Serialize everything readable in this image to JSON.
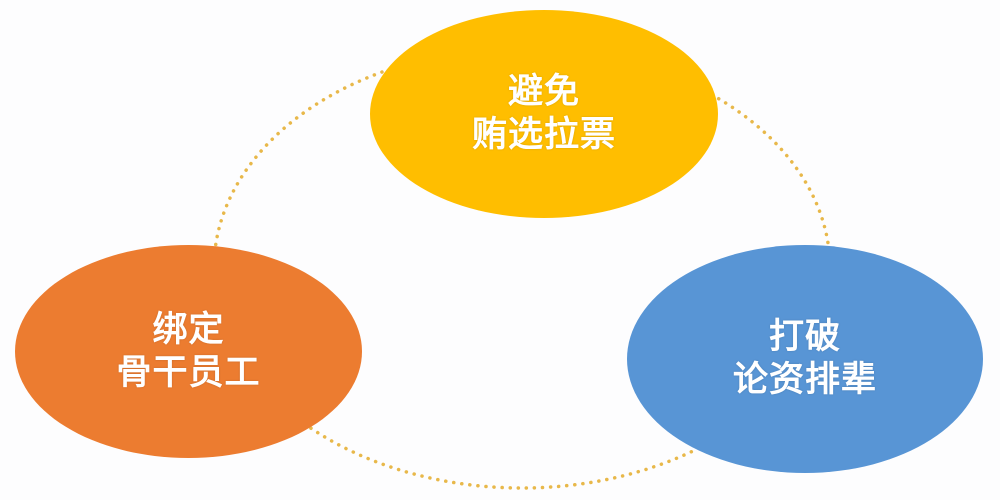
{
  "diagram": {
    "type": "cycle",
    "connector": {
      "style": "dotted",
      "color": "#E8B84A"
    },
    "nodes": [
      {
        "id": "top",
        "line1": "避免",
        "line2": "贿选拉票",
        "color": "#FFBE00"
      },
      {
        "id": "left",
        "line1": "绑定",
        "line2": "骨干员工",
        "color": "#EC7C30"
      },
      {
        "id": "right",
        "line1": "打破",
        "line2": "论资排辈",
        "color": "#5895D5"
      }
    ]
  }
}
